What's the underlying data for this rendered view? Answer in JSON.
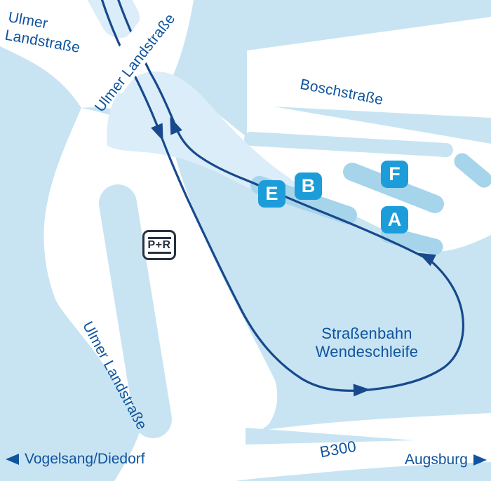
{
  "labels": {
    "street_nw_line1": "Ulmer",
    "street_nw_line2": "Landstraße",
    "street_n": "Ulmer Landstraße",
    "street_s": "Ulmer Landstraße",
    "boschstrasse": "Boschstraße",
    "b300": "B300",
    "loop_line1": "Straßenbahn",
    "loop_line2": "Wendeschleife",
    "park_ride": "P+R",
    "dir_west": "Vogelsang/Diedorf",
    "dir_east": "Augsburg"
  },
  "stops": [
    {
      "label": "E"
    },
    {
      "label": "B"
    },
    {
      "label": "F"
    },
    {
      "label": "A"
    }
  ],
  "colors": {
    "background": "#C8E4F2",
    "road": "#FFFFFF",
    "tram_corridor": "#DAEDF8",
    "platform": "#A6D4EB",
    "tram_line": "#17498C",
    "street_label": "#0F549E",
    "stop_badge": "#1C9DD9",
    "stop_letter": "#FFFFFF",
    "park_ride_sign": "#263240"
  }
}
